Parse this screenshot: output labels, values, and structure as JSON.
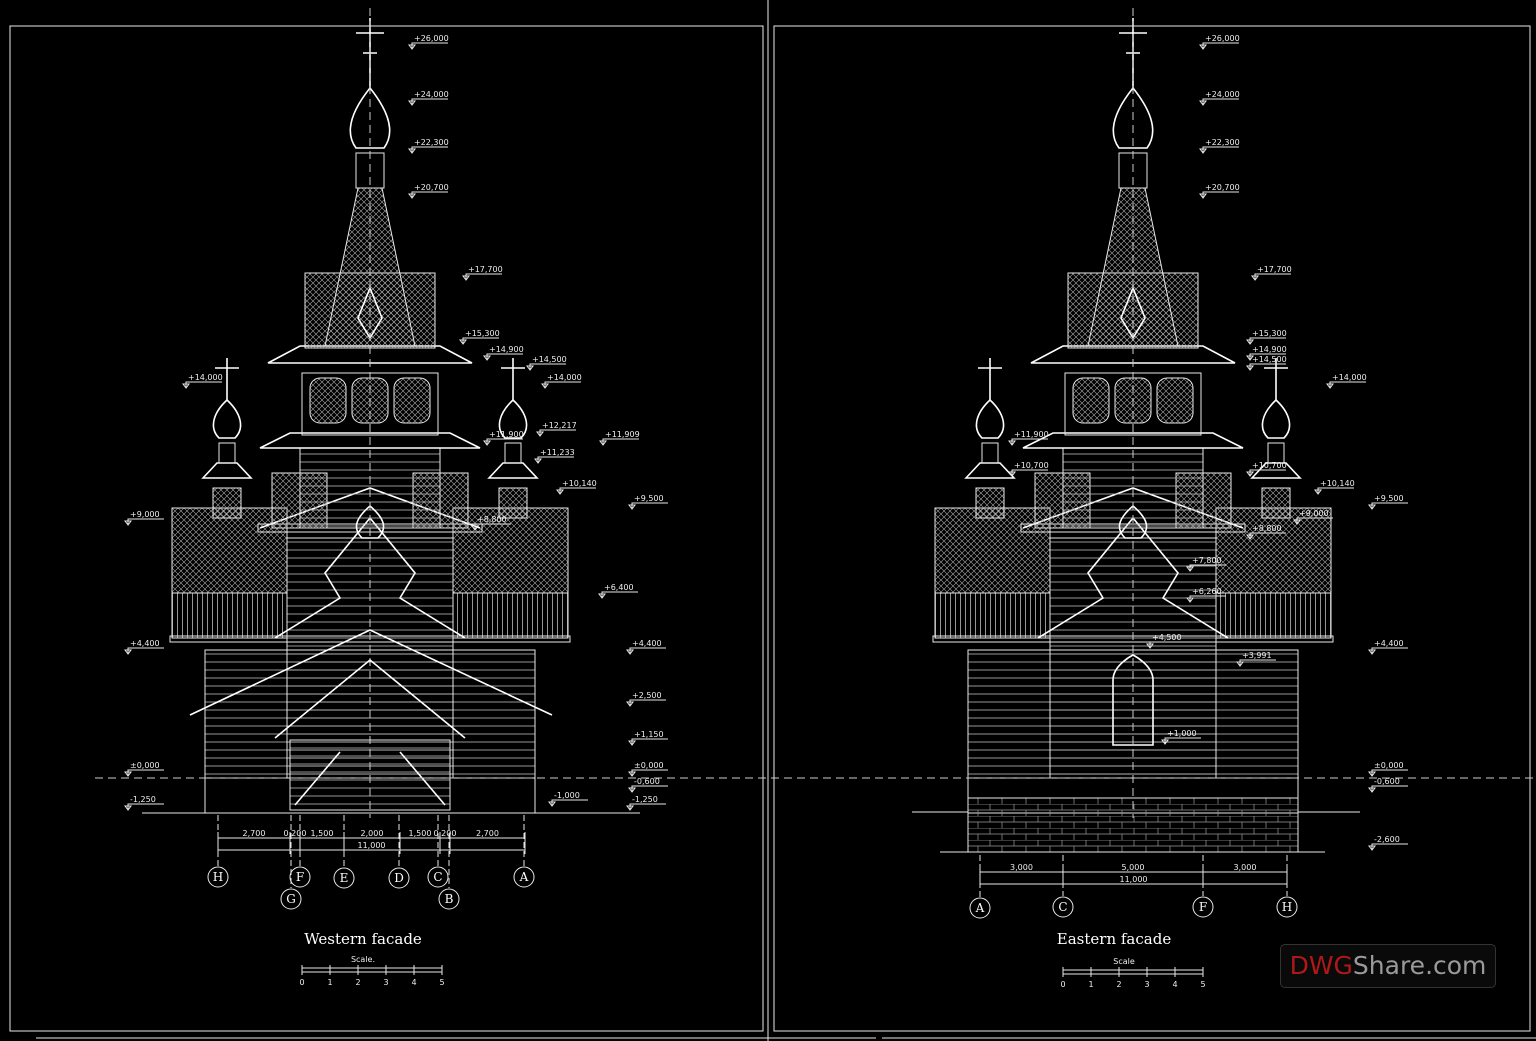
{
  "colors": {
    "background": "#000000",
    "lines": "#e8e8e8",
    "watermark_red": "#b01818",
    "watermark_gray": "#9a9a9a"
  },
  "western": {
    "title": "Western facade",
    "scale_label": "Scale.",
    "scale_ticks": [
      "0",
      "1",
      "2",
      "3",
      "4",
      "5"
    ],
    "elevations": [
      "+26,000",
      "+24,000",
      "+22,300",
      "+20,700",
      "+17,700",
      "+15,300",
      "+14,900",
      "+14,500",
      "+14,000",
      "+14,000",
      "+12,217",
      "+11,909",
      "+11,900",
      "+11,233",
      "+10,140",
      "+9,500",
      "+9,000",
      "+8,800",
      "+6,400",
      "+4,400",
      "+4,400",
      "+2,500",
      "+1,150",
      "±0,000",
      "±0,000",
      "-0,600",
      "-1,000",
      "-1,250",
      "-1,250"
    ],
    "dimensions": [
      "2,700",
      "0,200",
      "1,500",
      "2,000",
      "1,500",
      "0,200",
      "2,700"
    ],
    "total_dimension": "11,000",
    "axes": [
      "H",
      "F",
      "E",
      "D",
      "C",
      "A",
      "G",
      "B"
    ]
  },
  "eastern": {
    "title": "Eastern facade",
    "scale_label": "Scale",
    "scale_ticks": [
      "0",
      "1",
      "2",
      "3",
      "4",
      "5"
    ],
    "elevations": [
      "+26,000",
      "+24,000",
      "+22,300",
      "+20,700",
      "+17,700",
      "+15,300",
      "+14,900",
      "+14,500",
      "+14,000",
      "+11,900",
      "+10,700",
      "+10,700",
      "+10,140",
      "+9,500",
      "+9,000",
      "+8,800",
      "+7,800",
      "+6,260",
      "+4,500",
      "+4,400",
      "+3,991",
      "+1,000",
      "±0,000",
      "-0,600",
      "-2,600"
    ],
    "dimensions": [
      "3,000",
      "5,000",
      "3,000"
    ],
    "total_dimension": "11,000",
    "axes": [
      "A",
      "C",
      "F",
      "H"
    ]
  },
  "watermark": {
    "part1": "DWG",
    "part2": "Share.com"
  }
}
